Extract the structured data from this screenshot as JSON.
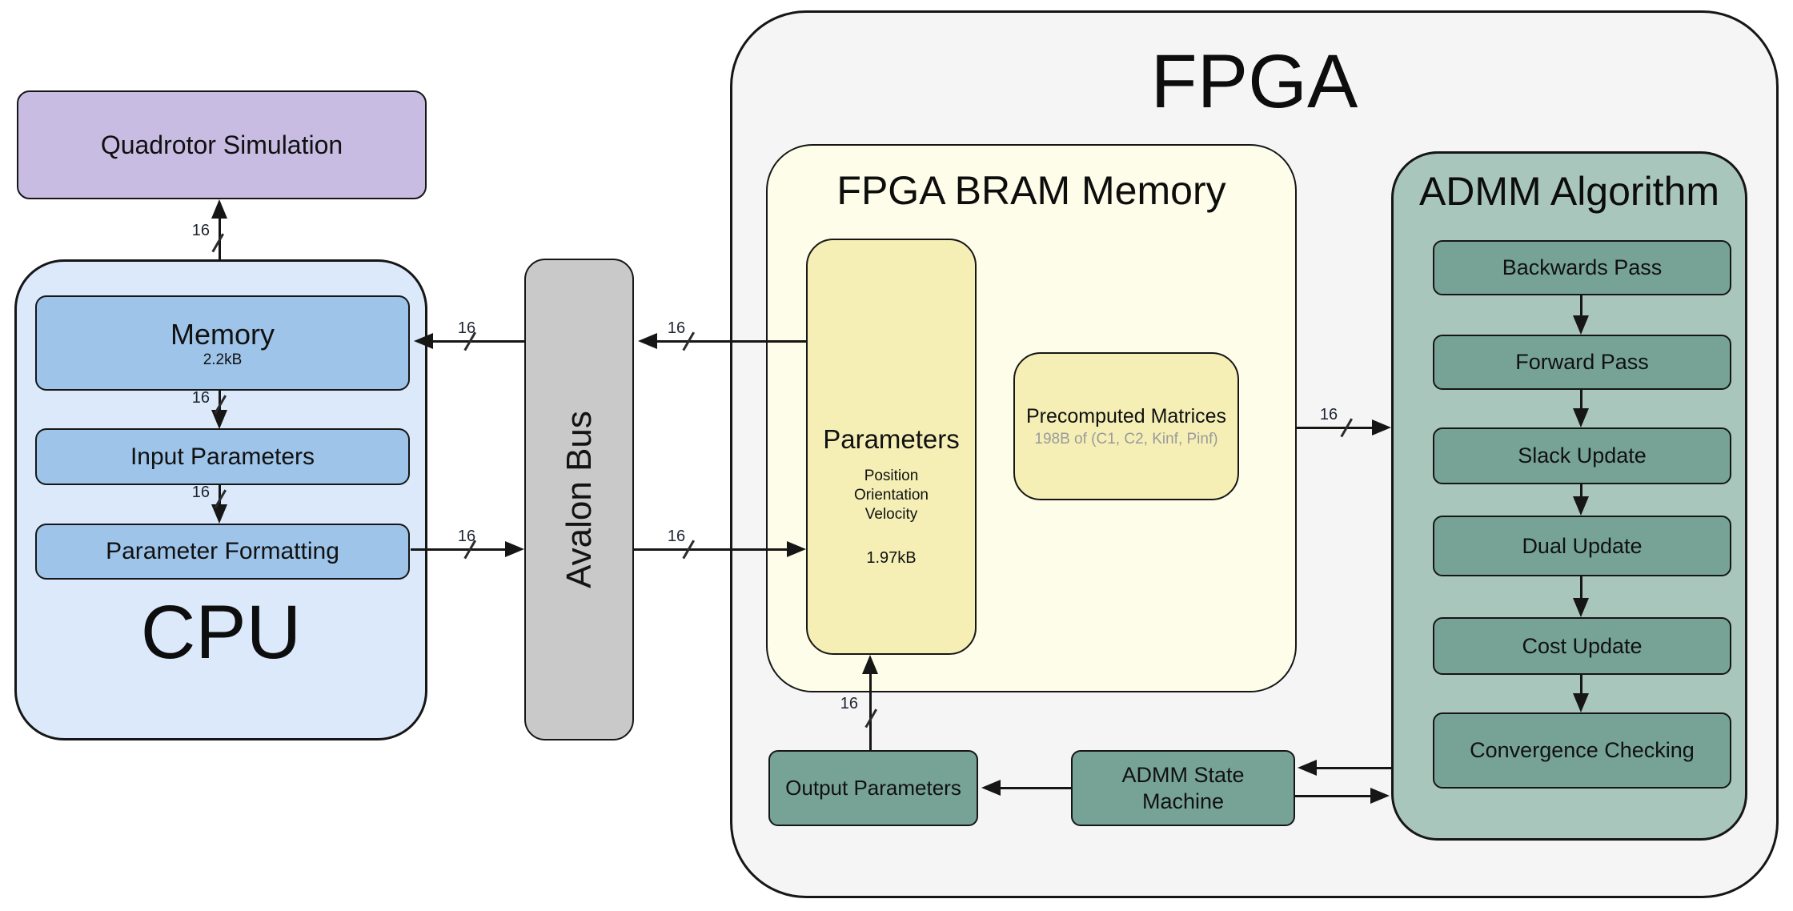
{
  "labels": {
    "bus_width": "16"
  },
  "quadrotor": {
    "title": "Quadrotor Simulation"
  },
  "cpu": {
    "name": "CPU",
    "memory_title": "Memory",
    "memory_size": "2.2kB",
    "input": "Input Parameters",
    "formatting": "Parameter Formatting"
  },
  "bus": {
    "title": "Avalon Bus"
  },
  "fpga": {
    "title": "FPGA",
    "bram": {
      "title": "FPGA BRAM Memory",
      "parameters": {
        "title": "Parameters",
        "line1": "Position",
        "line2": "Orientation",
        "line3": "Velocity",
        "size": "1.97kB"
      },
      "precomputed": {
        "title": "Precomputed Matrices",
        "subtitle": "198B of (C1, C2, Kinf, Pinf)"
      }
    },
    "admm": {
      "title": "ADMM Algorithm",
      "steps": [
        "Backwards Pass",
        "Forward Pass",
        "Slack Update",
        "Dual Update",
        "Cost Update",
        "Convergence Checking"
      ]
    },
    "output_parameters": "Output Parameters",
    "state_machine_line1": "ADMM State",
    "state_machine_line2": "Machine"
  },
  "colors": {
    "quadrotor_fill": "#C9BCE3",
    "cpu_fill": "#DBE9FA",
    "cpu_inner_fill": "#9EC4E9",
    "bus_fill": "#C9C9C9",
    "fpga_fill": "#F5F5F6",
    "bram_fill": "#FDFDE9",
    "yellow_fill": "#F5EFB6",
    "admm_fill": "#A9C6BD",
    "teal_fill": "#76A396",
    "border": "#161616"
  }
}
